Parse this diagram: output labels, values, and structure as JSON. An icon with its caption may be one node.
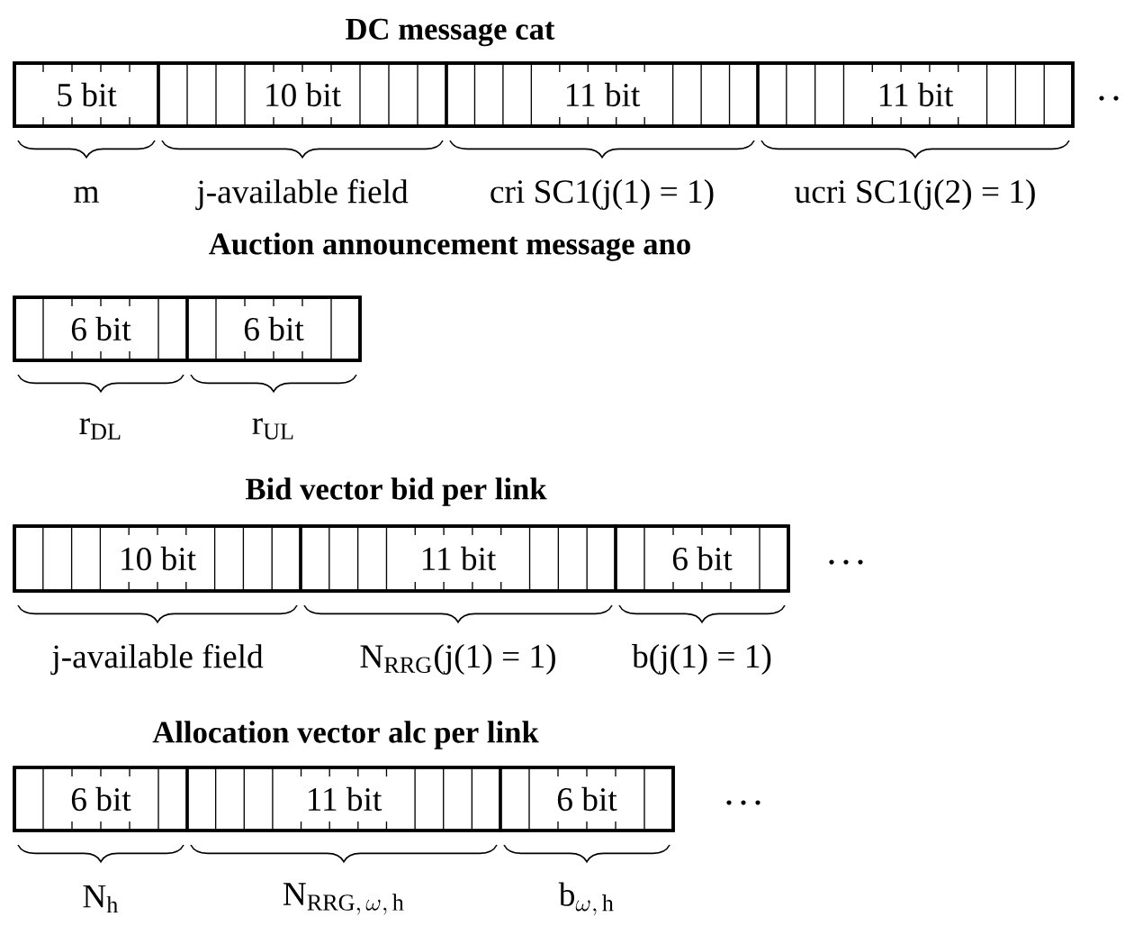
{
  "diagram": {
    "nodes": [
      {
        "text": [
          "DC message cat"
        ]
      },
      {
        "text": [
          "5 bit"
        ],
        "beside": [
          "m"
        ],
        "in": 0
      },
      {
        "text": [
          "10 bit"
        ],
        "beside": [
          "j-available field"
        ],
        "in": 0
      },
      {
        "text": [
          "11 bit"
        ],
        "beside": [
          "cri SC1(j(1) = 1)"
        ],
        "in": 0
      },
      {
        "text": [
          "11 bit"
        ],
        "beside": [
          "ucri SC1(j(2) = 1)"
        ],
        "in": 0
      },
      {
        "text": [
          "Auction announcement message ano"
        ]
      },
      {
        "text": [
          "6 bit"
        ],
        "beside": [
          "r$_{DL}$"
        ],
        "in": 5
      },
      {
        "text": [
          "6 bit"
        ],
        "beside": [
          "r$_{UL}$"
        ],
        "in": 5
      },
      {
        "text": [
          "Bid vector bid per link"
        ]
      },
      {
        "text": [
          "10 bit"
        ],
        "beside": [
          "j-available field"
        ],
        "in": 8
      },
      {
        "text": [
          "11 bit"
        ],
        "beside": [
          "N$_{RRG}$(j(1) = 1)"
        ],
        "in": 8
      },
      {
        "text": [
          "6 bit"
        ],
        "beside": [
          "b(j(1) = 1)"
        ],
        "in": 8
      },
      {
        "text": [
          "Allocation vector alc per link"
        ]
      },
      {
        "text": [
          "6 bit"
        ],
        "beside": [
          "N$_{h}$"
        ],
        "in": 12
      },
      {
        "text": [
          "11 bit"
        ],
        "beside": [
          "\\mathrm{N}_{\\mathrm{RRG},\\,\\omega,\\,\\mathrm{h}}"
        ],
        "in": 12
      },
      {
        "text": [
          "6 bit"
        ],
        "beside": [
          "\\mathrm{b}_{\\omega,\\,\\mathrm{h}}"
        ],
        "in": 12
      }
    ]
  }
}
